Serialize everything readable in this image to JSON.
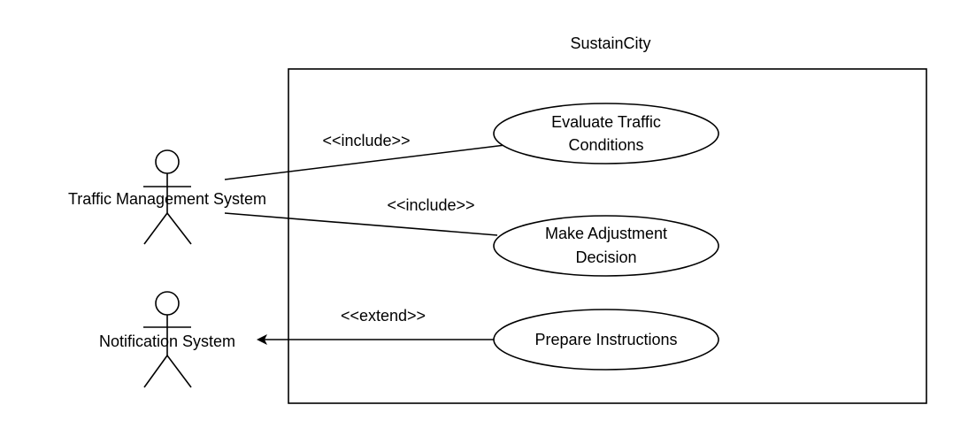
{
  "system": {
    "name": "SustainCity"
  },
  "actors": {
    "traffic": {
      "name": "Traffic Management System"
    },
    "notification": {
      "name": "Notification System"
    }
  },
  "use_cases": {
    "evaluate": {
      "line1": "Evaluate Traffic",
      "line2": "Conditions"
    },
    "adjust": {
      "line1": "Make Adjustment",
      "line2": "Decision"
    },
    "prepare": {
      "line1": "Prepare Instructions"
    }
  },
  "relations": {
    "include_1": "<<include>>",
    "include_2": "<<include>>",
    "extend": "<<extend>>"
  },
  "colors": {
    "stroke": "#000000",
    "fill": "#ffffff"
  }
}
